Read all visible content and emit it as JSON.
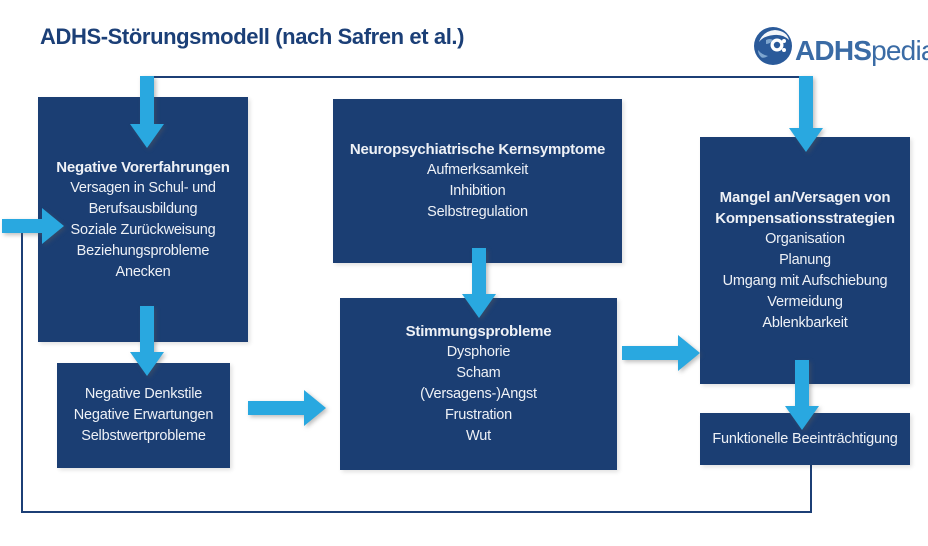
{
  "page": {
    "title": "ADHS-Störungsmodell (nach Safren et al.)"
  },
  "logo": {
    "brand_bold": "ADHS",
    "brand_light": "pedia",
    "registered_mark": "®",
    "icon": "adhspedia-globe-head-icon"
  },
  "colors": {
    "box_navy": "#1b3e73",
    "arrow_cyan": "#29a8e0",
    "connector_navy": "#1c3f76",
    "title_blue": "#1b3f77",
    "logo_blue": "#3a6ba5",
    "box_text": "#eef1f6",
    "background": "#ffffff"
  },
  "boxes": {
    "negative_vorerfahrungen": {
      "title": "Negative Vorerfahrungen",
      "lines": [
        "Versagen in Schul- und",
        "Berufsausbildung",
        "Soziale Zurückweisung",
        "Beziehungsprobleme",
        "Anecken"
      ]
    },
    "kernsymptome": {
      "title": "Neuropsychiatrische Kernsymptome",
      "lines": [
        "Aufmerksamkeit",
        "Inhibition",
        "Selbstregulation"
      ]
    },
    "kompensation": {
      "title_line1": "Mangel an/Versagen von",
      "title_line2": "Kompensationsstrategien",
      "lines": [
        "Organisation",
        "Planung",
        "Umgang mit Aufschiebung",
        "Vermeidung",
        "Ablenkbarkeit"
      ]
    },
    "denkstile": {
      "lines": [
        "Negative Denkstile",
        "Negative Erwartungen",
        "Selbstwertprobleme"
      ]
    },
    "stimmungsprobleme": {
      "title": "Stimmungsprobleme",
      "lines": [
        "Dysphorie",
        "Scham",
        "(Versagens-)Angst",
        "Frustration",
        "Wut"
      ]
    },
    "funktionelle_beeintraechtigung": {
      "title": "Funktionelle Beeinträchtigung"
    }
  },
  "connectors": {
    "feedback_loop": "Funktionelle Beeinträchtigung → Negative Vorerfahrungen",
    "top_link": "Bidirektionale Verbindung: Negative Vorerfahrungen ↔ Mangel an/Versagen von Kompensationsstrategien"
  }
}
